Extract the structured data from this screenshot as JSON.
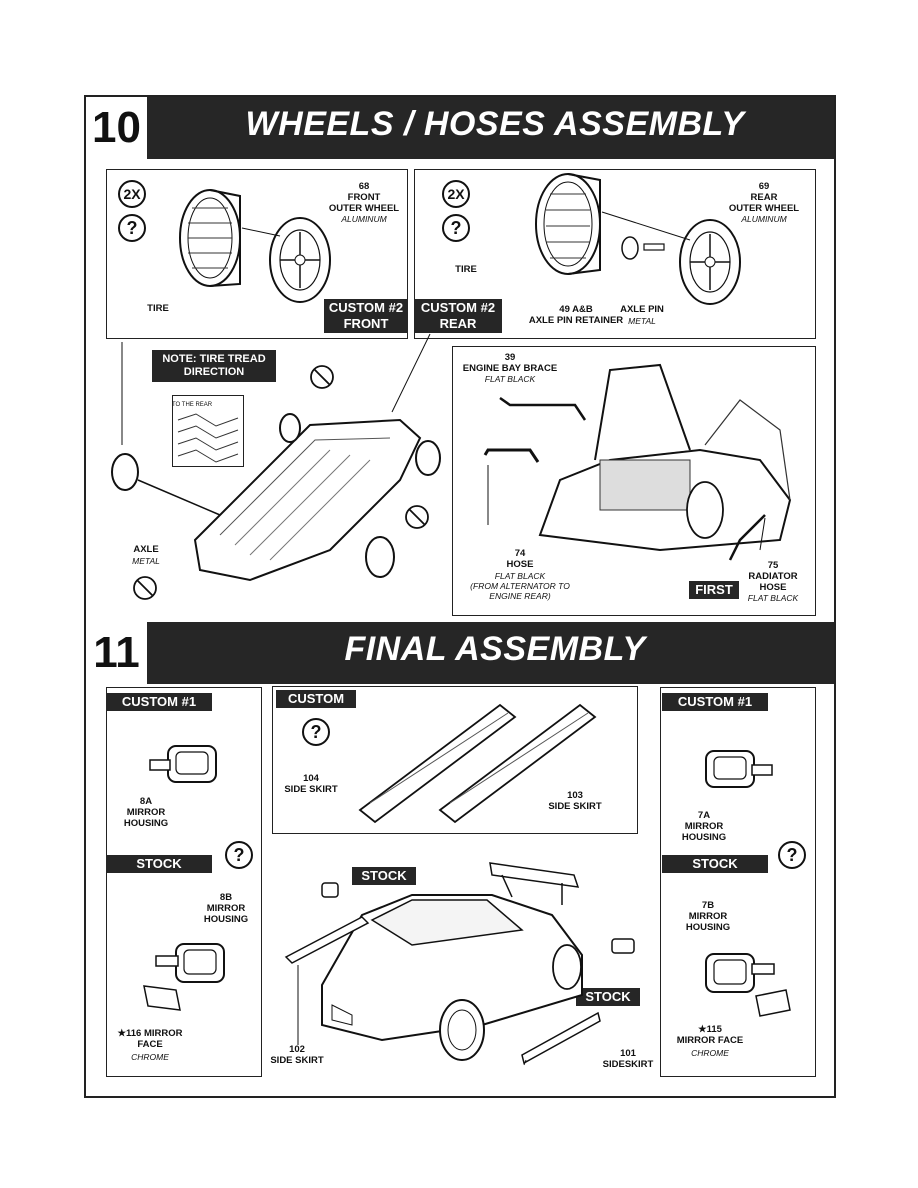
{
  "step10": {
    "number": "10",
    "title": "WHEELS / HOSES ASSEMBLY",
    "front_panel": {
      "qty": "2X",
      "help": "?",
      "part": "68\nFRONT\nOUTER WHEEL",
      "part_material": "ALUMINUM",
      "tire_label": "TIRE",
      "tag": "CUSTOM #2\nFRONT"
    },
    "rear_panel": {
      "qty": "2X",
      "help": "?",
      "part": "69\nREAR\nOUTER WHEEL",
      "part_material": "ALUMINUM",
      "tire_label": "TIRE",
      "retainer": "49 A&B\nAXLE PIN RETAINER",
      "axle_pin": "AXLE PIN",
      "axle_pin_material": "METAL",
      "tag": "CUSTOM #2\nREAR"
    },
    "note": "NOTE: TIRE TREAD\nDIRECTION",
    "to_the_rear": "TO THE REAR",
    "axle": "AXLE",
    "axle_material": "METAL",
    "engine_panel": {
      "brace": "39\nENGINE BAY BRACE",
      "brace_material": "FLAT BLACK",
      "hose": "74\nHOSE",
      "hose_material": "FLAT BLACK\n(FROM ALTERNATOR TO\nENGINE REAR)",
      "radiator": "75\nRADIATOR\nHOSE",
      "radiator_material": "FLAT BLACK",
      "first": "FIRST"
    }
  },
  "step11": {
    "number": "11",
    "title": "FINAL ASSEMBLY",
    "left_panel": {
      "tag_custom": "CUSTOM #1",
      "mirror_custom": "8A\nMIRROR\nHOUSING",
      "tag_stock": "STOCK",
      "help": "?",
      "mirror_stock": "8B\nMIRROR\nHOUSING",
      "face": "★116 MIRROR\nFACE",
      "face_material": "CHROME"
    },
    "custom_panel": {
      "tag": "CUSTOM",
      "help": "?",
      "skirt_104": "104\nSIDE SKIRT",
      "skirt_103": "103\nSIDE SKIRT"
    },
    "right_panel": {
      "tag_custom": "CUSTOM #1",
      "mirror_custom": "7A\nMIRROR\nHOUSING",
      "tag_stock": "STOCK",
      "help": "?",
      "mirror_stock": "7B\nMIRROR\nHOUSING",
      "face": "★115\nMIRROR FACE",
      "face_material": "CHROME"
    },
    "center": {
      "stock_top": "STOCK",
      "stock_bottom": "STOCK",
      "skirt_102": "102\nSIDE SKIRT",
      "skirt_101": "101\nSIDESKIRT"
    }
  }
}
